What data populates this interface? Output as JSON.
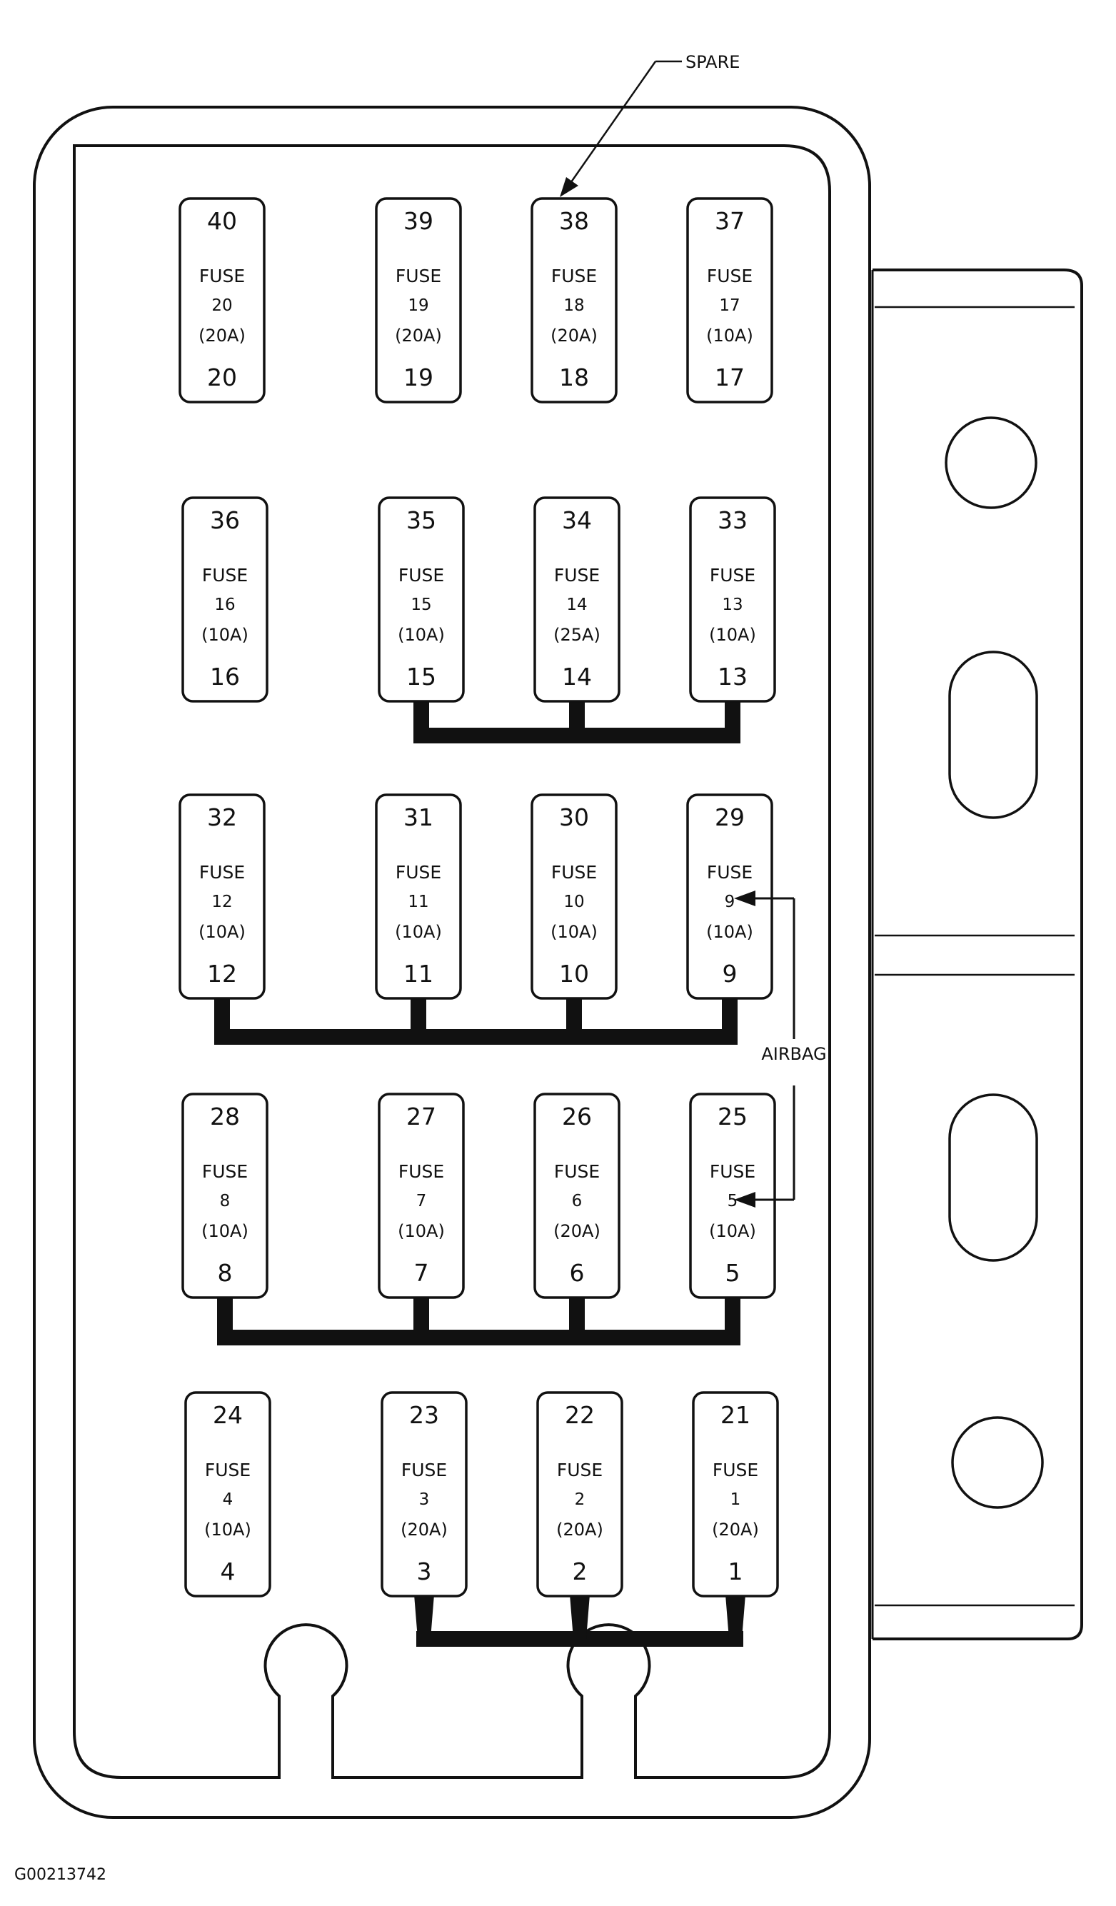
{
  "callouts": {
    "spare": "SPARE",
    "airbag": "AIRBAG"
  },
  "figure_id": "G00213742",
  "fuse_word": "FUSE",
  "rows": [
    [
      {
        "top": "40",
        "num": "20",
        "rating": "(20A)",
        "bottom": "20"
      },
      {
        "top": "39",
        "num": "19",
        "rating": "(20A)",
        "bottom": "19"
      },
      {
        "top": "38",
        "num": "18",
        "rating": "(20A)",
        "bottom": "18"
      },
      {
        "top": "37",
        "num": "17",
        "rating": "(10A)",
        "bottom": "17"
      }
    ],
    [
      {
        "top": "36",
        "num": "16",
        "rating": "(10A)",
        "bottom": "16"
      },
      {
        "top": "35",
        "num": "15",
        "rating": "(10A)",
        "bottom": "15"
      },
      {
        "top": "34",
        "num": "14",
        "rating": "(25A)",
        "bottom": "14"
      },
      {
        "top": "33",
        "num": "13",
        "rating": "(10A)",
        "bottom": "13"
      }
    ],
    [
      {
        "top": "32",
        "num": "12",
        "rating": "(10A)",
        "bottom": "12"
      },
      {
        "top": "31",
        "num": "11",
        "rating": "(10A)",
        "bottom": "11"
      },
      {
        "top": "30",
        "num": "10",
        "rating": "(10A)",
        "bottom": "10"
      },
      {
        "top": "29",
        "num": "9",
        "rating": "(10A)",
        "bottom": "9"
      }
    ],
    [
      {
        "top": "28",
        "num": "8",
        "rating": "(10A)",
        "bottom": "8"
      },
      {
        "top": "27",
        "num": "7",
        "rating": "(10A)",
        "bottom": "7"
      },
      {
        "top": "26",
        "num": "6",
        "rating": "(20A)",
        "bottom": "6"
      },
      {
        "top": "25",
        "num": "5",
        "rating": "(10A)",
        "bottom": "5"
      }
    ],
    [
      {
        "top": "24",
        "num": "4",
        "rating": "(10A)",
        "bottom": "4"
      },
      {
        "top": "23",
        "num": "3",
        "rating": "(20A)",
        "bottom": "3"
      },
      {
        "top": "22",
        "num": "2",
        "rating": "(20A)",
        "bottom": "2"
      },
      {
        "top": "21",
        "num": "1",
        "rating": "(20A)",
        "bottom": "1"
      }
    ]
  ]
}
